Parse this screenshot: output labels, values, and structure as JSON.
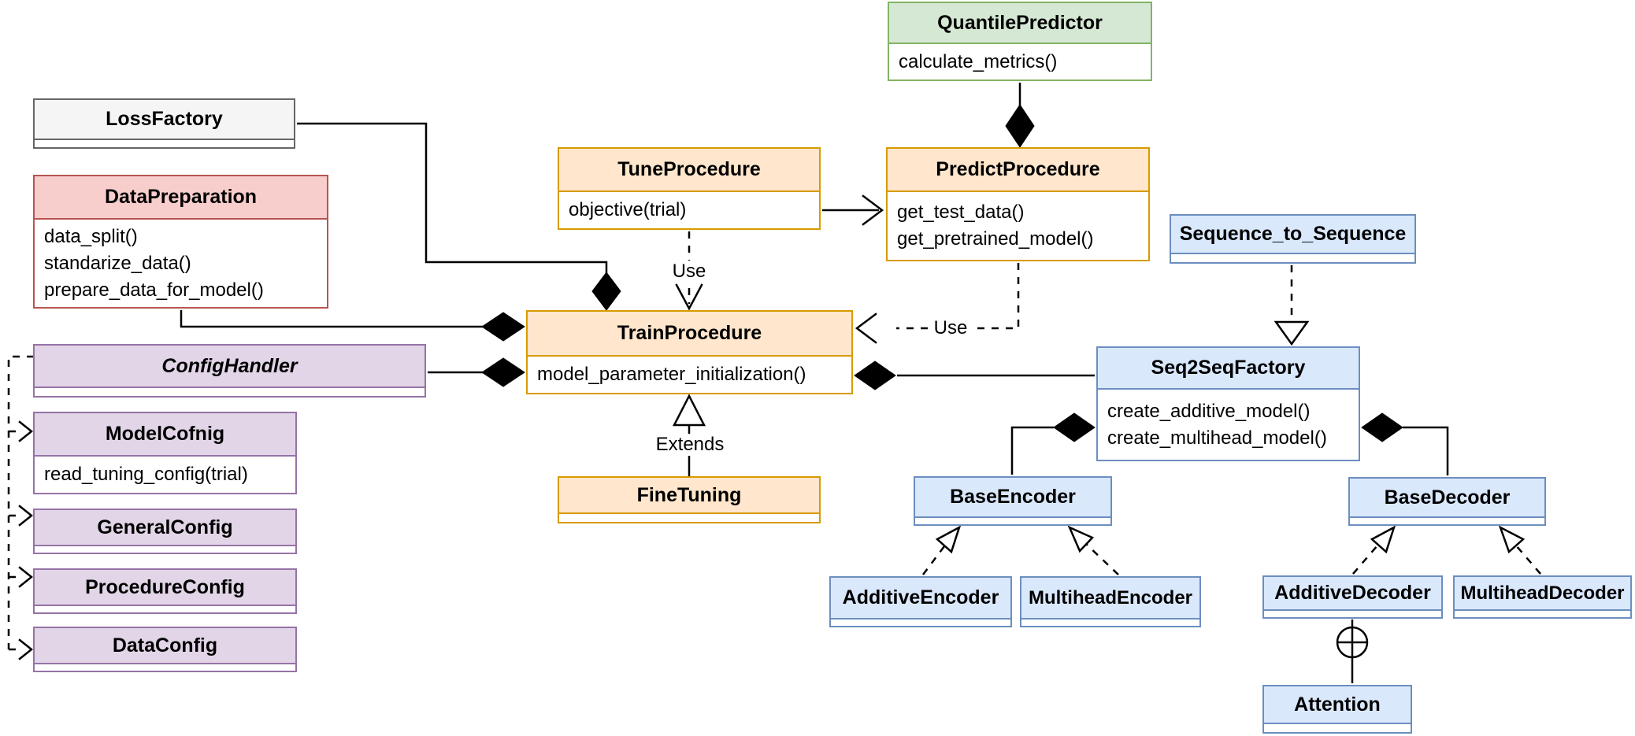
{
  "diagram": {
    "background": "#ffffff",
    "palette": {
      "green": {
        "fill": "#d5e8d4",
        "stroke": "#82b366"
      },
      "gray": {
        "fill": "#f5f5f5",
        "stroke": "#666666"
      },
      "red": {
        "fill": "#f8cecc",
        "stroke": "#b85450"
      },
      "orange": {
        "fill": "#ffe6cc",
        "stroke": "#d79b00"
      },
      "purple": {
        "fill": "#e1d5e7",
        "stroke": "#9673a6"
      },
      "blue": {
        "fill": "#dae8fc",
        "stroke": "#6c8ebf"
      },
      "line": "#000000"
    },
    "classes": [
      {
        "name": "QuantilePredictor",
        "color": "green",
        "methods": [
          "calculate_metrics()"
        ]
      },
      {
        "name": "LossFactory",
        "color": "gray",
        "methods": []
      },
      {
        "name": "DataPreparation",
        "color": "red",
        "methods": [
          "data_split()",
          "standarize_data()",
          "prepare_data_for_model()"
        ]
      },
      {
        "name": "TuneProcedure",
        "color": "orange",
        "methods": [
          "objective(trial)"
        ]
      },
      {
        "name": "PredictProcedure",
        "color": "orange",
        "methods": [
          "get_test_data()",
          "get_pretrained_model()"
        ]
      },
      {
        "name": "TrainProcedure",
        "color": "orange",
        "methods": [
          "model_parameter_initialization()"
        ]
      },
      {
        "name": "FineTuning",
        "color": "orange",
        "methods": []
      },
      {
        "name": "ConfigHandler",
        "color": "purple",
        "methods": [],
        "abstract": true
      },
      {
        "name": "ModelCofnig",
        "color": "purple",
        "methods": [
          "read_tuning_config(trial)"
        ]
      },
      {
        "name": "GeneralConfig",
        "color": "purple",
        "methods": []
      },
      {
        "name": "ProcedureConfig",
        "color": "purple",
        "methods": []
      },
      {
        "name": "DataConfig",
        "color": "purple",
        "methods": []
      },
      {
        "name": "Sequence_to_Sequence",
        "color": "blue",
        "methods": []
      },
      {
        "name": "Seq2SeqFactory",
        "color": "blue",
        "methods": [
          "create_additive_model()",
          "create_multihead_model()"
        ]
      },
      {
        "name": "BaseEncoder",
        "color": "blue",
        "methods": []
      },
      {
        "name": "AdditiveEncoder",
        "color": "blue",
        "methods": []
      },
      {
        "name": "MultiheadEncoder",
        "color": "blue",
        "methods": []
      },
      {
        "name": "BaseDecoder",
        "color": "blue",
        "methods": []
      },
      {
        "name": "AdditiveDecoder",
        "color": "blue",
        "methods": []
      },
      {
        "name": "MultiheadDecoder",
        "color": "blue",
        "methods": []
      },
      {
        "name": "Attention",
        "color": "blue",
        "methods": []
      }
    ],
    "relationships": [
      {
        "from": "LossFactory",
        "to": "TrainProcedure",
        "type": "composition"
      },
      {
        "from": "DataPreparation",
        "to": "TrainProcedure",
        "type": "composition"
      },
      {
        "from": "ConfigHandler",
        "to": "TrainProcedure",
        "type": "composition"
      },
      {
        "from": "TuneProcedure",
        "to": "TrainProcedure",
        "type": "dependency",
        "label": "Use"
      },
      {
        "from": "TuneProcedure",
        "to": "PredictProcedure",
        "type": "association"
      },
      {
        "from": "QuantilePredictor",
        "to": "PredictProcedure",
        "type": "composition"
      },
      {
        "from": "PredictProcedure",
        "to": "TrainProcedure",
        "type": "dependency",
        "label": "Use"
      },
      {
        "from": "FineTuning",
        "to": "TrainProcedure",
        "type": "inheritance",
        "label": "Extends"
      },
      {
        "from": "Sequence_to_Sequence",
        "to": "Seq2SeqFactory",
        "type": "realization"
      },
      {
        "from": "Seq2SeqFactory",
        "to": "TrainProcedure",
        "type": "composition"
      },
      {
        "from": "BaseEncoder",
        "to": "Seq2SeqFactory",
        "type": "composition"
      },
      {
        "from": "BaseDecoder",
        "to": "Seq2SeqFactory",
        "type": "composition"
      },
      {
        "from": "AdditiveEncoder",
        "to": "BaseEncoder",
        "type": "realization"
      },
      {
        "from": "MultiheadEncoder",
        "to": "BaseEncoder",
        "type": "realization"
      },
      {
        "from": "AdditiveDecoder",
        "to": "BaseDecoder",
        "type": "realization"
      },
      {
        "from": "MultiheadDecoder",
        "to": "BaseDecoder",
        "type": "realization"
      },
      {
        "from": "ConfigHandler",
        "to": "ModelCofnig",
        "type": "dependency"
      },
      {
        "from": "ConfigHandler",
        "to": "GeneralConfig",
        "type": "dependency"
      },
      {
        "from": "ConfigHandler",
        "to": "ProcedureConfig",
        "type": "dependency"
      },
      {
        "from": "ConfigHandler",
        "to": "DataConfig",
        "type": "dependency"
      },
      {
        "from": "AdditiveDecoder",
        "to": "Attention",
        "type": "containment"
      }
    ]
  }
}
